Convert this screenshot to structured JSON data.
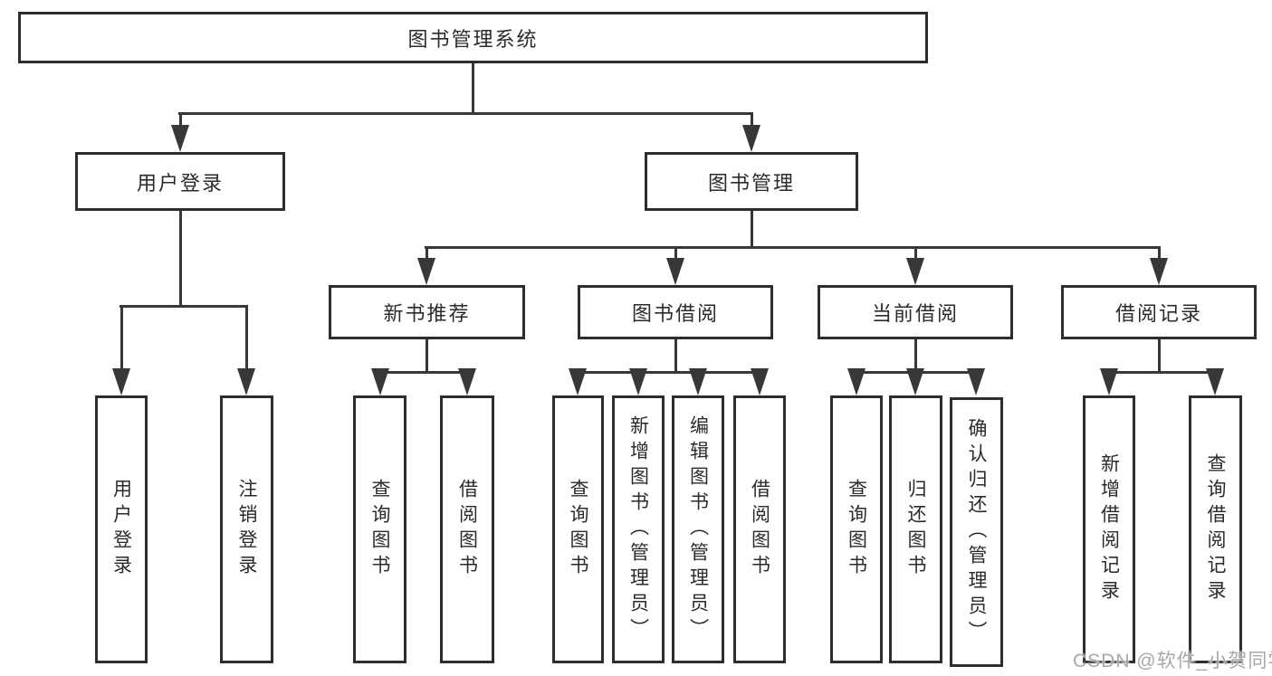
{
  "tree": {
    "label": "图书管理系统",
    "children": [
      {
        "label": "用户登录",
        "children": [
          {
            "label": "用户登录"
          },
          {
            "label": "注销登录"
          }
        ]
      },
      {
        "label": "图书管理",
        "children": [
          {
            "label": "新书推荐",
            "children": [
              {
                "label": "查询图书"
              },
              {
                "label": "借阅图书"
              }
            ]
          },
          {
            "label": "图书借阅",
            "children": [
              {
                "label": "查询图书"
              },
              {
                "label": "新增图书（管理员）"
              },
              {
                "label": "编辑图书（管理员）"
              },
              {
                "label": "借阅图书"
              }
            ]
          },
          {
            "label": "当前借阅",
            "children": [
              {
                "label": "查询图书"
              },
              {
                "label": "归还图书"
              },
              {
                "label": "确认归还（管理员）"
              }
            ]
          },
          {
            "label": "借阅记录",
            "children": [
              {
                "label": "新增借阅记录"
              },
              {
                "label": "查询借阅记录"
              }
            ]
          }
        ]
      }
    ]
  },
  "watermark": "CSDN @软件_小贺同学",
  "colors": {
    "line": "#383838",
    "box_border": "#2d2d2d",
    "background": "#ffffff",
    "watermark": "#9e9e9e"
  }
}
